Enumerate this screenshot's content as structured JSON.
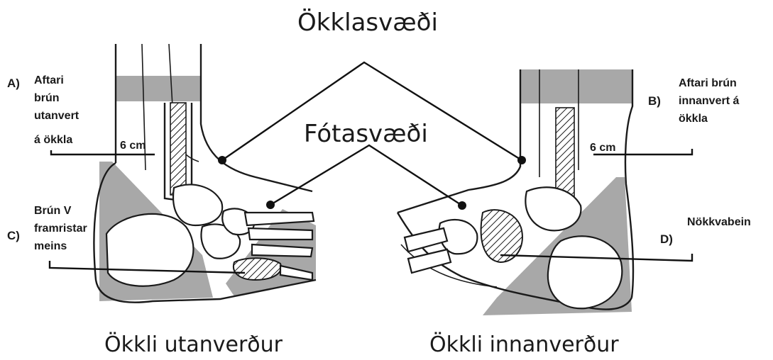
{
  "labels": {
    "ankle_region": "Ökklasvæði",
    "foot_region": "Fótasvæði",
    "caption_left": "Ökkli utanverður",
    "caption_right": "Ökkli innanverður",
    "a_letter": "A)",
    "a_text": [
      "Aftari",
      "brún",
      "utanvert",
      "á ökkla"
    ],
    "b_letter": "B)",
    "b_text": [
      "Aftari brún",
      "innanvert á",
      "ökkla"
    ],
    "c_letter": "C)",
    "c_text": [
      "Brún V",
      "framristar",
      "meins"
    ],
    "d_letter": "D)",
    "d_text": "Nökkvabein",
    "cm_left": "6 cm",
    "cm_right": "6 cm"
  },
  "colors": {
    "shading": "#a8a8a8",
    "hatch": "#1a1a1a",
    "ink": "#1a1a1a"
  }
}
